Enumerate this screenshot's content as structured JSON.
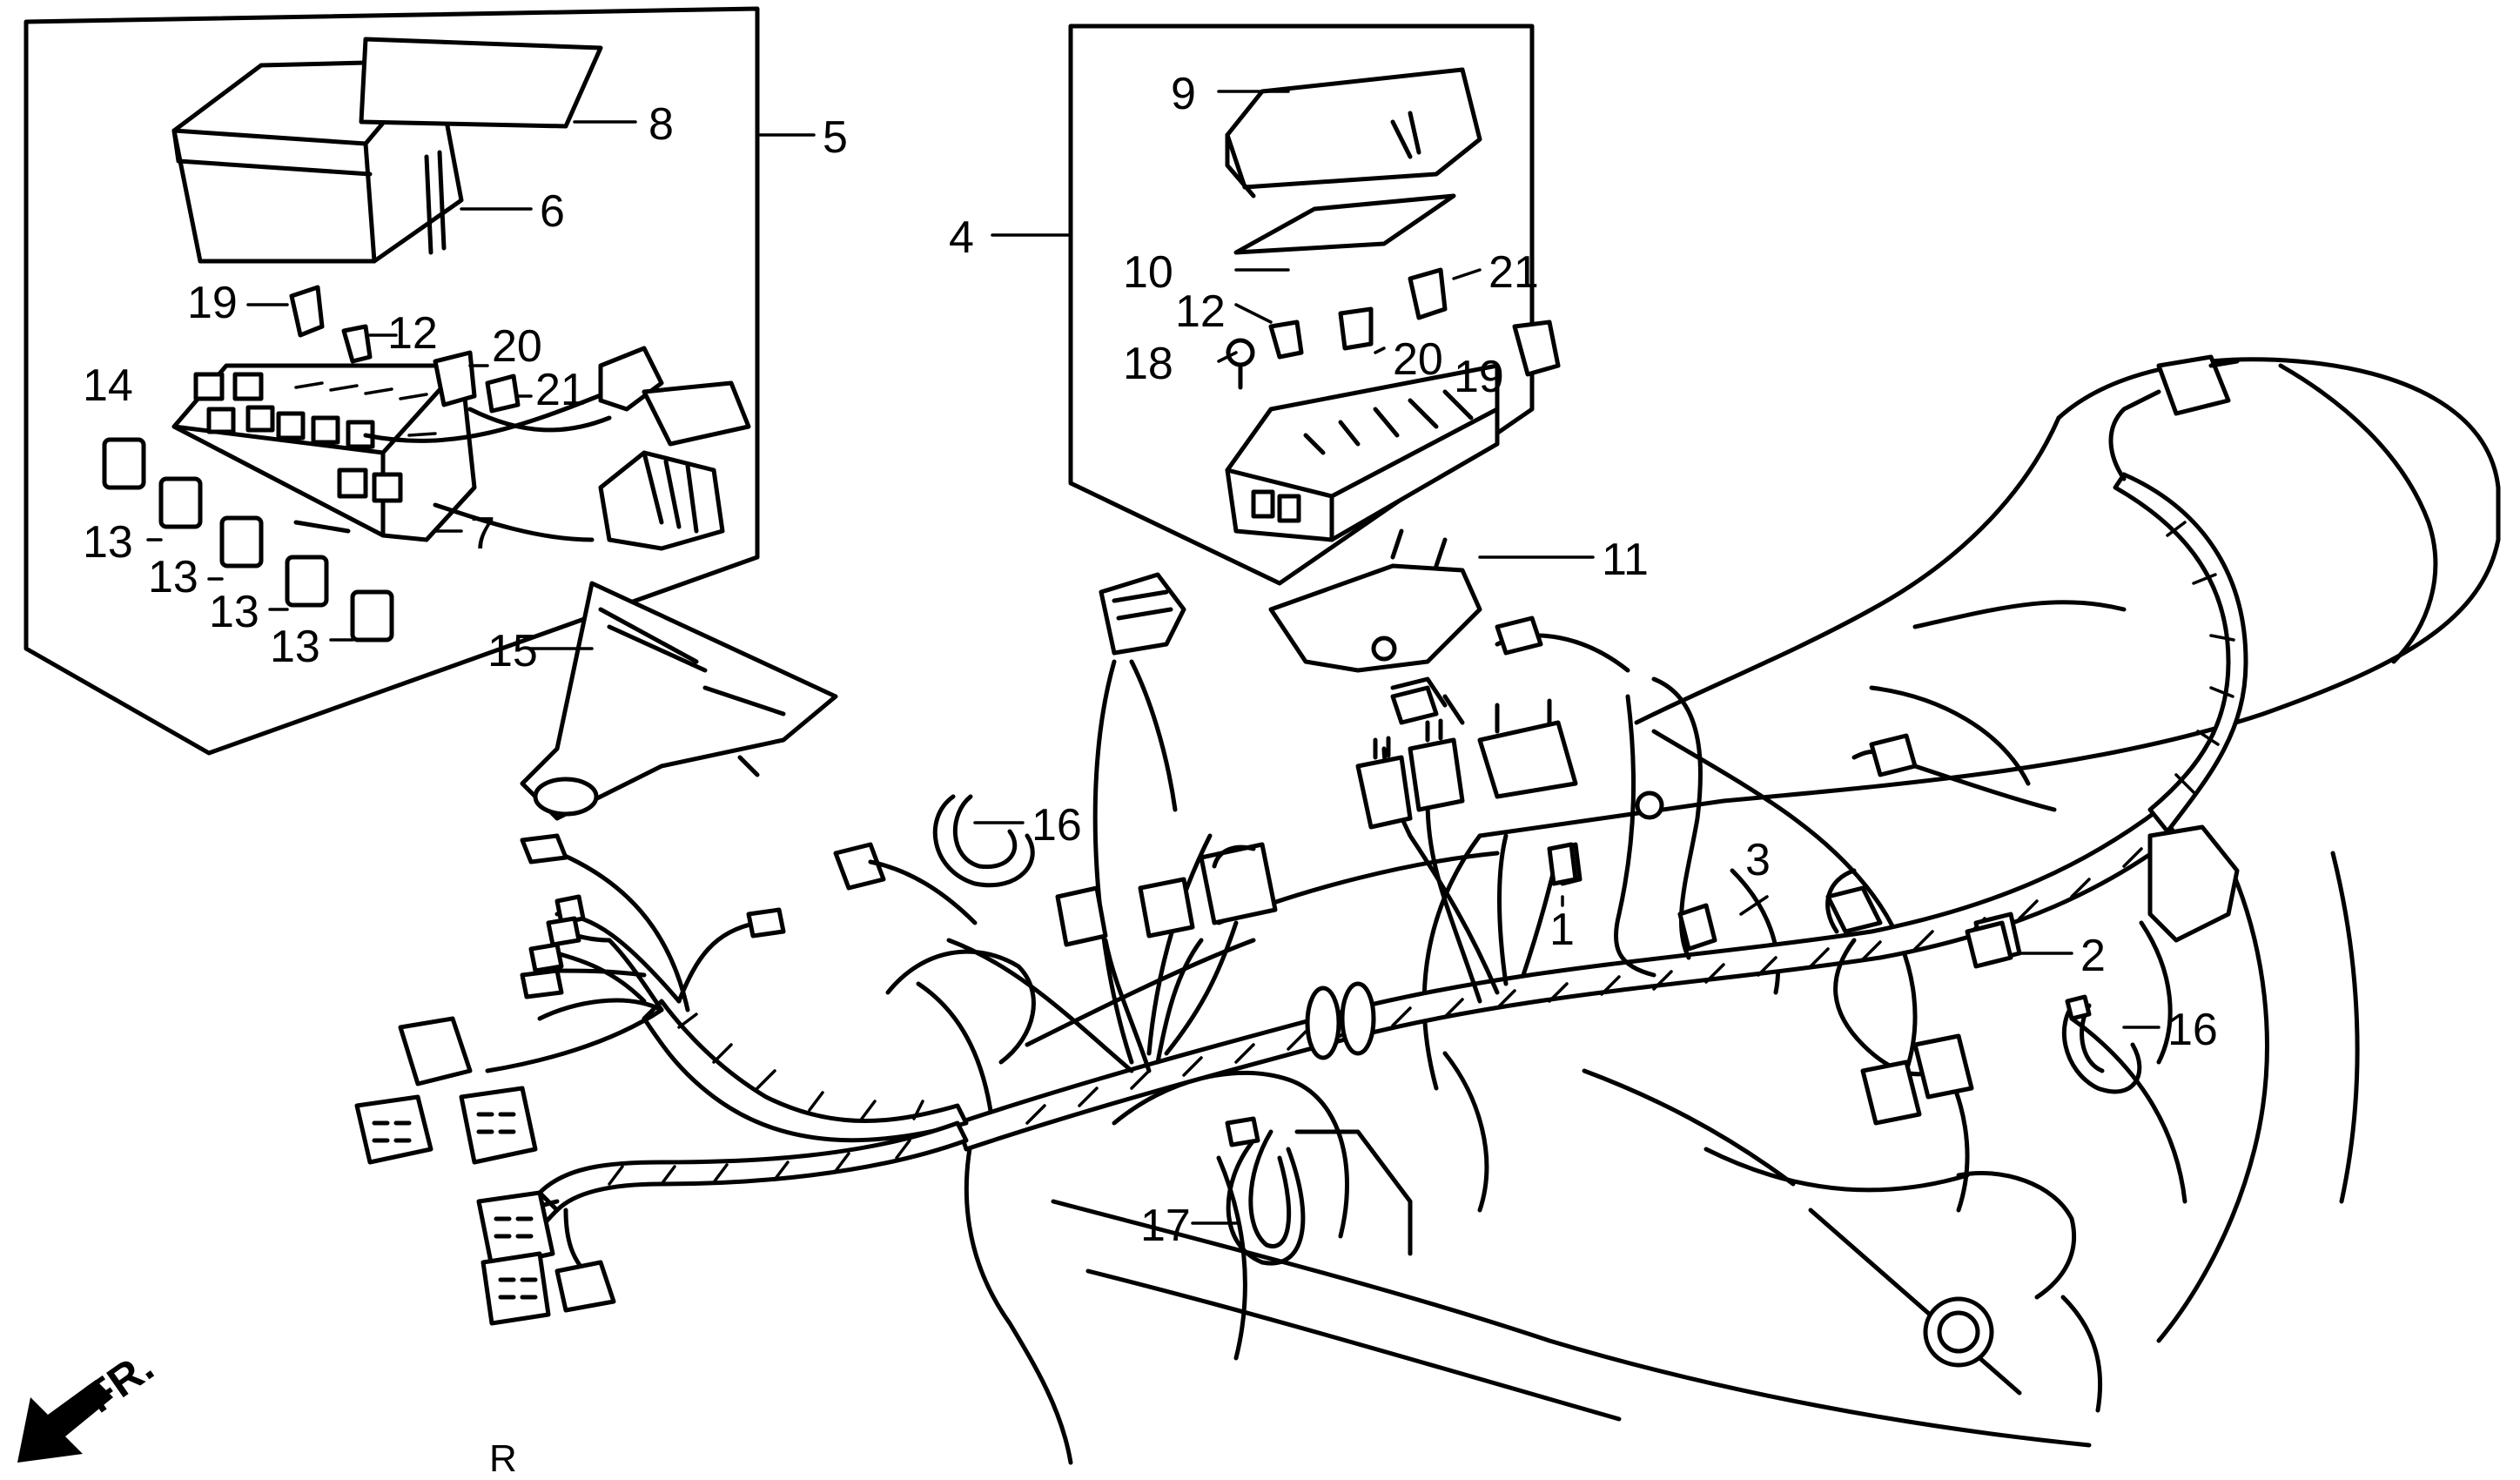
{
  "callouts": [
    "1",
    "2",
    "3",
    "4",
    "5",
    "6",
    "7",
    "8",
    "9",
    "10",
    "11",
    "12",
    "12",
    "13",
    "13",
    "13",
    "13",
    "14",
    "15",
    "16",
    "16",
    "17",
    "18",
    "19",
    "19",
    "20",
    "20",
    "21",
    "21"
  ],
  "direction_label": "FR.",
  "corner_mark": "R"
}
